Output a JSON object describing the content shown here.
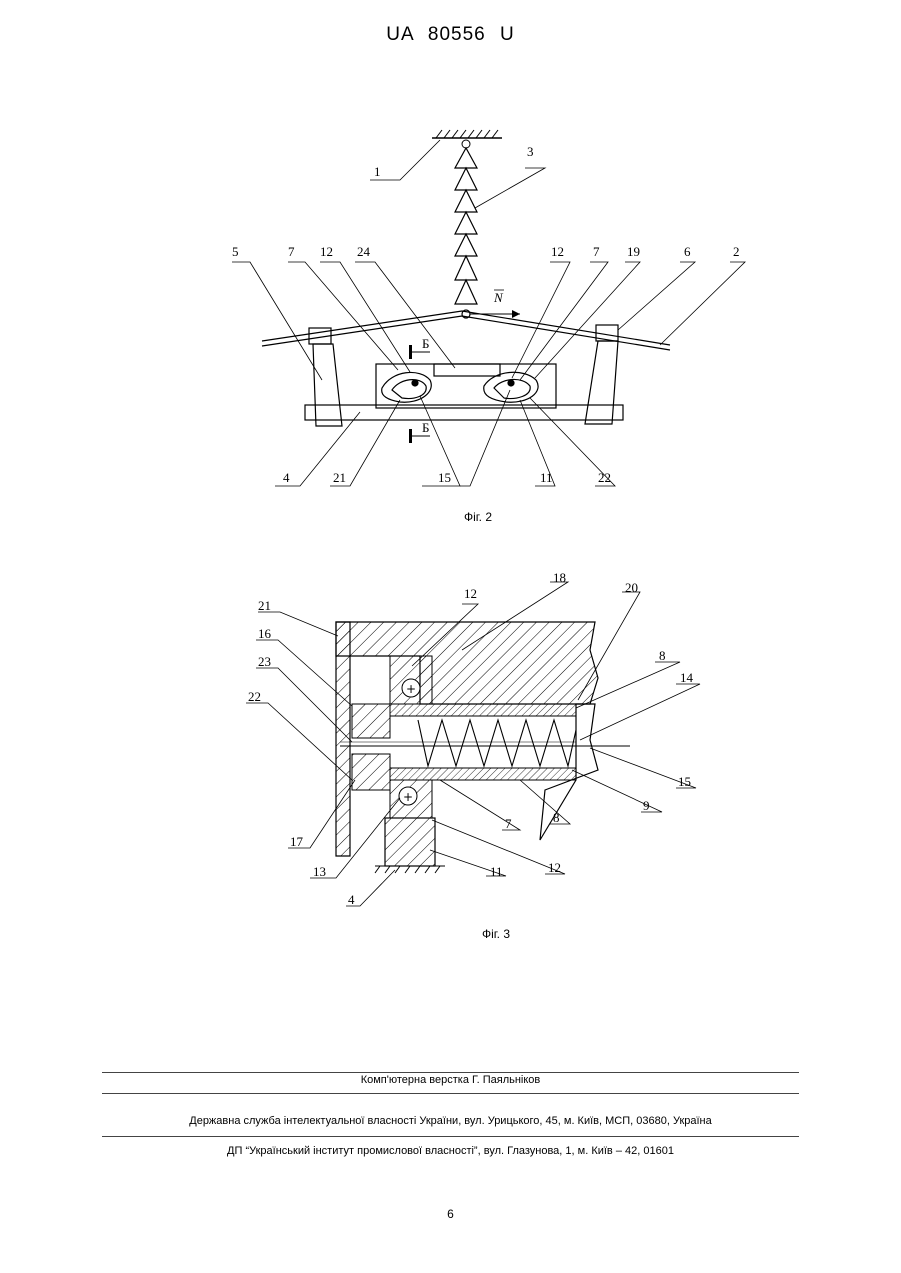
{
  "header": {
    "patent_number": "UA   80556   U"
  },
  "figures": [
    {
      "caption": "Фіг. 2",
      "labels": [
        "1",
        "3",
        "5",
        "7",
        "12",
        "24",
        "12",
        "7",
        "19",
        "6",
        "2",
        "4",
        "21",
        "15",
        "11",
        "22"
      ],
      "section_marks": [
        "Б",
        "Б"
      ],
      "vector_label": "N"
    },
    {
      "caption": "Фіг. 3",
      "labels": [
        "21",
        "12",
        "18",
        "20",
        "16",
        "8",
        "23",
        "14",
        "22",
        "15",
        "9",
        "17",
        "7",
        "8",
        "13",
        "12",
        "11",
        "4"
      ]
    }
  ],
  "footer": {
    "layout_credit": "Комп'ютерна верстка Г. Паяльніков",
    "agency": "Державна служба інтелектуальної власності України, вул. Урицького, 45, м. Київ, МСП, 03680, Україна",
    "institute": "ДП “Український інститут промислової власності”, вул. Глазунова, 1, м. Київ – 42, 01601"
  },
  "page_number": "6"
}
